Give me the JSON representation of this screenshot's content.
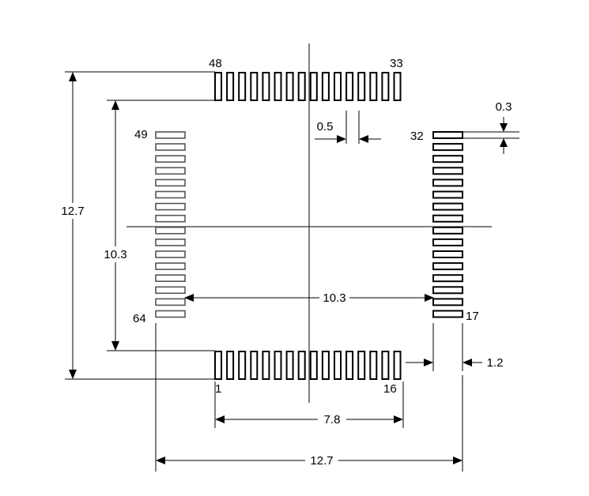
{
  "diagram": {
    "pin_labels": {
      "top_left": "48",
      "top_right": "33",
      "left_top": "49",
      "left_bottom": "64",
      "right_top": "32",
      "right_bottom": "17",
      "bottom_left": "1",
      "bottom_right": "16"
    },
    "dimensions": {
      "overall_height": "12.7",
      "inner_height": "10.3",
      "inner_width": "10.3",
      "pad_pitch": "0.5",
      "pad_width": "0.3",
      "pad_length": "1.2",
      "row_span": "7.8",
      "overall_width": "12.7"
    }
  }
}
